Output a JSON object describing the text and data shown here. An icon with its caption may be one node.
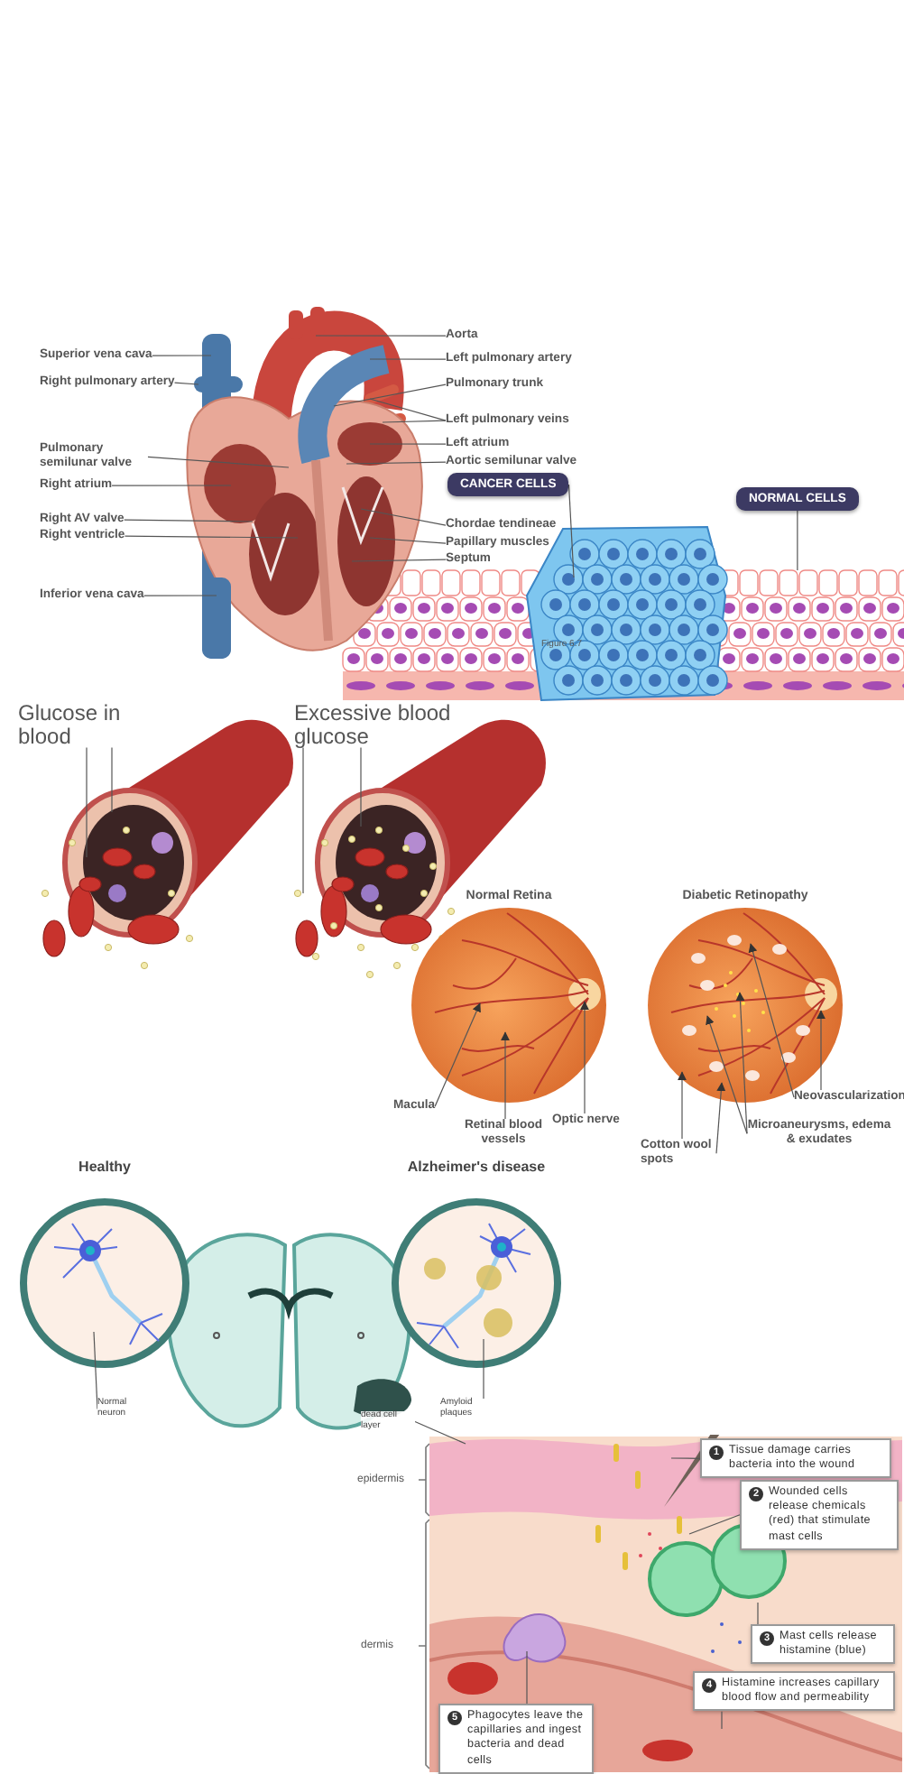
{
  "diagram": {
    "nodes": [
      {
        "text": [
          "Superior vena cava"
        ]
      },
      {
        "text": [
          "Right pulmonary artery"
        ]
      },
      {
        "text": [
          "Pulmonary semilunar valve"
        ]
      },
      {
        "text": [
          "Right atrium"
        ]
      },
      {
        "text": [
          "Right AV valve"
        ]
      },
      {
        "text": [
          "Right ventricle"
        ]
      },
      {
        "text": [
          "Inferior vena cava"
        ]
      },
      {
        "text": [
          "Aorta"
        ]
      },
      {
        "text": [
          "Left pulmonary artery"
        ]
      },
      {
        "text": [
          "Pulmonary trunk"
        ]
      },
      {
        "text": [
          "Left pulmonary veins"
        ]
      },
      {
        "text": [
          "Left atrium"
        ]
      },
      {
        "text": [
          "Aortic semilunar valve"
        ]
      },
      {
        "text": [
          "Chordae tendineae"
        ]
      },
      {
        "text": [
          "Papillary muscles"
        ]
      },
      {
        "text": [
          "Septum"
        ]
      },
      {
        "text": [
          "CANCER CELLS"
        ]
      },
      {
        "text": [
          "NORMAL CELLS"
        ]
      },
      {
        "text": [
          "Glucose in blood"
        ]
      },
      {
        "text": [
          "Excessive blood glucose"
        ]
      },
      {
        "text": [
          "Normal Retina"
        ]
      },
      {
        "text": [
          "Diabetic Retinopathy"
        ]
      },
      {
        "text": [
          "Macula"
        ]
      },
      {
        "text": [
          "Retinal blood vessels"
        ]
      },
      {
        "text": [
          "Optic nerve"
        ]
      },
      {
        "text": [
          "Cotton wool spots"
        ]
      },
      {
        "text": [
          "Microaneurysms, edema & exudates"
        ]
      },
      {
        "text": [
          "Neovascularization"
        ]
      },
      {
        "text": [
          "Healthy"
        ]
      },
      {
        "text": [
          "Alzheimer's disease"
        ]
      },
      {
        "text": [
          "Normal neuron"
        ]
      },
      {
        "text": [
          "Amyloid plaques"
        ]
      },
      {
        "text": [
          "dead cell layer"
        ]
      },
      {
        "text": [
          "1",
          "Tissue damage carries bacteria into the wound"
        ],
        "in": 41
      },
      {
        "text": [
          "2",
          "Wounded cells release chemicals (red) that stimulate mast cells"
        ],
        "in": 41
      },
      {
        "text": [
          "3",
          "Mast cells release histamine (blue)"
        ],
        "in": 41
      },
      {
        "text": [
          "4",
          "Histamine increases capillary blood flow and permeability"
        ],
        "in": 41
      },
      {
        "text": [
          "5",
          "Phagocytes leave the capillaries and ingest bacteria and dead cells"
        ],
        "in": 41
      },
      {
        "text": [],
        "shape": "picture"
      },
      {
        "text": [],
        "shape": "picture"
      },
      {
        "text": [],
        "shape": "picture"
      },
      {
        "text": [],
        "shape": "picture"
      },
      {
        "text": [],
        "shape": "picture"
      },
      {
        "text": [],
        "shape": "picture"
      }
    ],
    "edges": [
      {
        "from": 0,
        "to": 42,
        "arrow": "none"
      },
      {
        "from": 1,
        "to": 42,
        "arrow": "none"
      },
      {
        "from": 2,
        "to": 42,
        "arrow": "none"
      },
      {
        "from": 3,
        "to": 42,
        "arrow": "none"
      },
      {
        "from": 4,
        "to": 42,
        "arrow": "none"
      },
      {
        "from": 5,
        "to": 42,
        "arrow": "none"
      },
      {
        "from": 6,
        "to": 42,
        "arrow": "none"
      },
      {
        "from": 7,
        "to": 42,
        "arrow": "none"
      },
      {
        "from": 8,
        "to": 42,
        "arrow": "none"
      },
      {
        "from": 9,
        "to": 42,
        "arrow": "none"
      },
      {
        "from": 10,
        "to": 42,
        "arrow": "none"
      },
      {
        "from": 10,
        "to": 42,
        "arrow": "none"
      },
      {
        "from": 11,
        "to": 42,
        "arrow": "none"
      },
      {
        "from": 12,
        "to": 42,
        "arrow": "none"
      },
      {
        "from": 13,
        "to": 42,
        "arrow": "none"
      },
      {
        "from": 14,
        "to": 42,
        "arrow": "none"
      },
      {
        "from": 15,
        "to": 42,
        "arrow": "none"
      },
      {
        "from": 16,
        "to": 40,
        "arrow": "none"
      },
      {
        "from": 17,
        "to": 43,
        "arrow": "none"
      },
      {
        "from": 18,
        "to": 38,
        "arrow": "none"
      },
      {
        "from": 18,
        "to": 38,
        "arrow": "none"
      },
      {
        "from": 19,
        "to": 39,
        "arrow": "none"
      },
      {
        "from": 19,
        "to": 39,
        "arrow": "none"
      },
      {
        "from": 22,
        "to": 20,
        "arrow": "to"
      },
      {
        "from": 23,
        "to": 20,
        "arrow": "to"
      },
      {
        "from": 24,
        "to": 20,
        "arrow": "to"
      },
      {
        "from": 25,
        "to": 21,
        "arrow": "to"
      },
      {
        "from": 25,
        "to": 21,
        "arrow": "to"
      },
      {
        "from": 26,
        "to": 21,
        "arrow": "to"
      },
      {
        "from": 26,
        "to": 21,
        "arrow": "to"
      },
      {
        "from": 27,
        "to": 21,
        "arrow": "to"
      },
      {
        "from": 27,
        "to": 21,
        "arrow": "to"
      },
      {
        "from": 30,
        "to": 28,
        "arrow": "none"
      },
      {
        "from": 31,
        "to": 29,
        "arrow": "none"
      },
      {
        "from": 32,
        "to": 41,
        "arrow": "none"
      },
      {
        "from": 33,
        "to": 41,
        "arrow": "none"
      },
      {
        "from": 34,
        "to": 41,
        "arrow": "none"
      },
      {
        "from": 35,
        "to": 41,
        "arrow": "none"
      },
      {
        "from": 36,
        "to": 41,
        "arrow": "none"
      },
      {
        "from": 37,
        "to": 41,
        "arrow": "none"
      }
    ],
    "labels": [
      "Figure 6.7",
      "epidermis",
      "dermis"
    ]
  }
}
